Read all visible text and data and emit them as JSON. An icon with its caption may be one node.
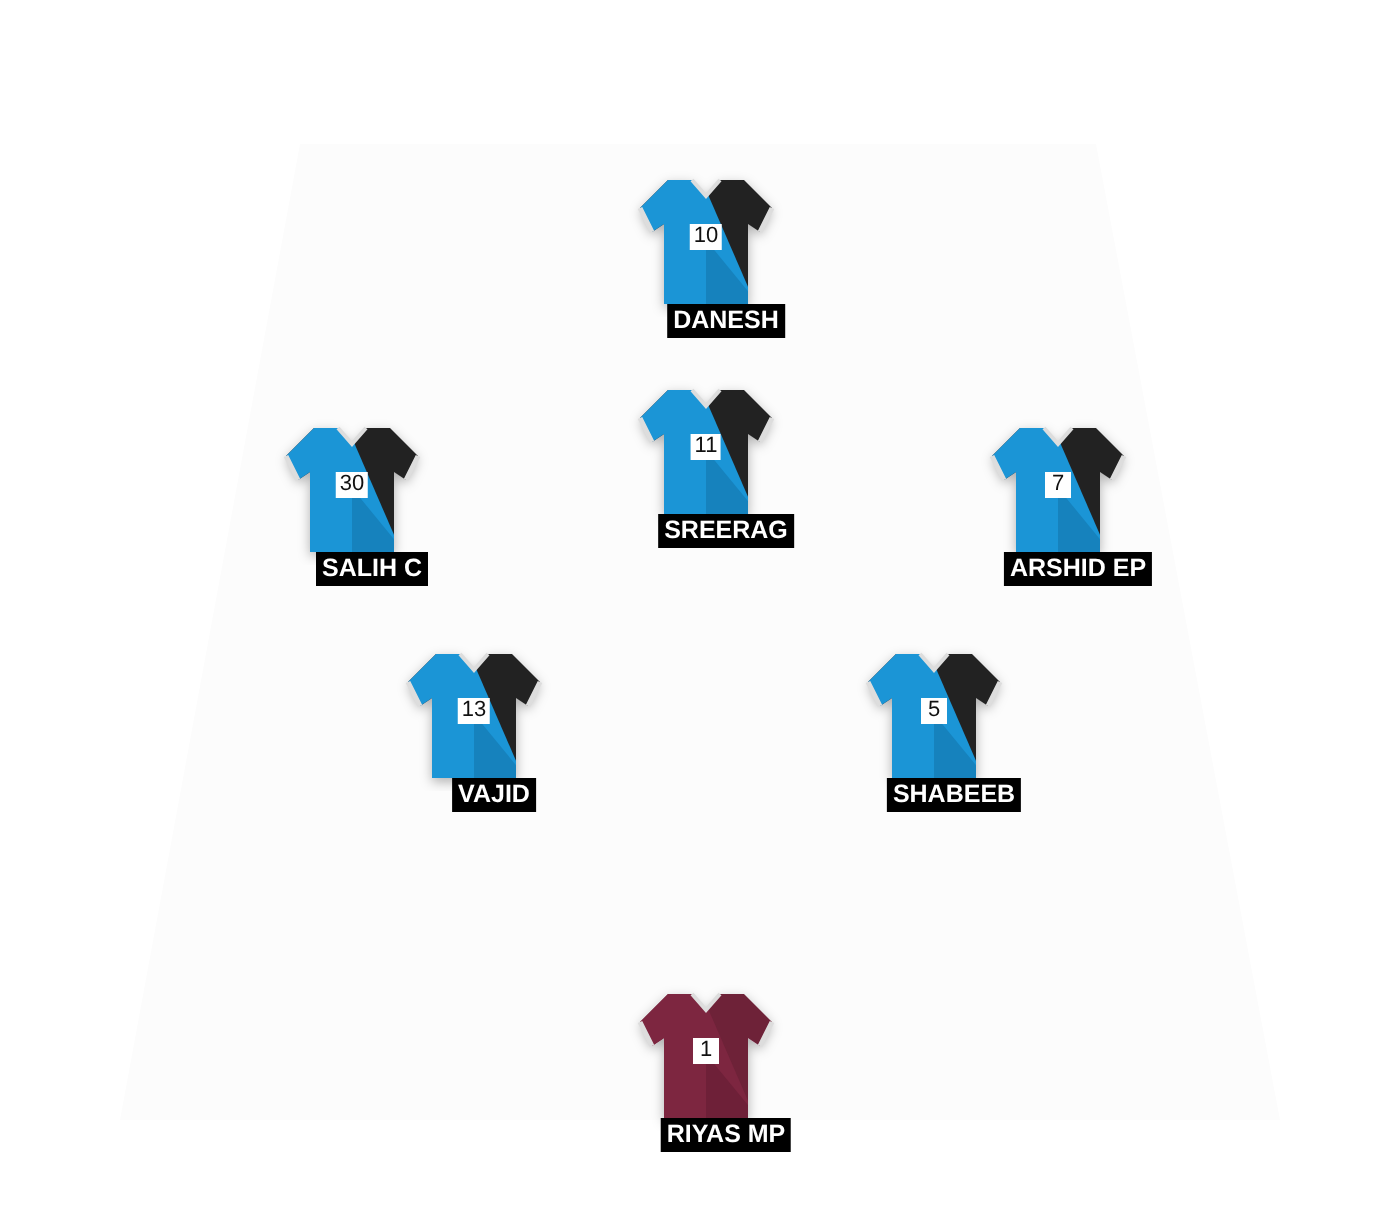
{
  "diagram": {
    "nodes": [
      {
        "text": [
          "10"
        ],
        "beside": [
          "DANESH"
        ]
      },
      {
        "text": [
          "30"
        ],
        "beside": [
          "SALIH C"
        ]
      },
      {
        "text": [
          "11"
        ],
        "beside": [
          "SREERAG"
        ]
      },
      {
        "text": [
          "7"
        ],
        "beside": [
          "ARSHID EP"
        ]
      },
      {
        "text": [
          "13"
        ],
        "beside": [
          "VAJID"
        ]
      },
      {
        "text": [
          "5"
        ],
        "beside": [
          "SHABEEB"
        ]
      },
      {
        "text": [
          "1"
        ],
        "beside": [
          "RIYAS MP"
        ]
      }
    ]
  }
}
